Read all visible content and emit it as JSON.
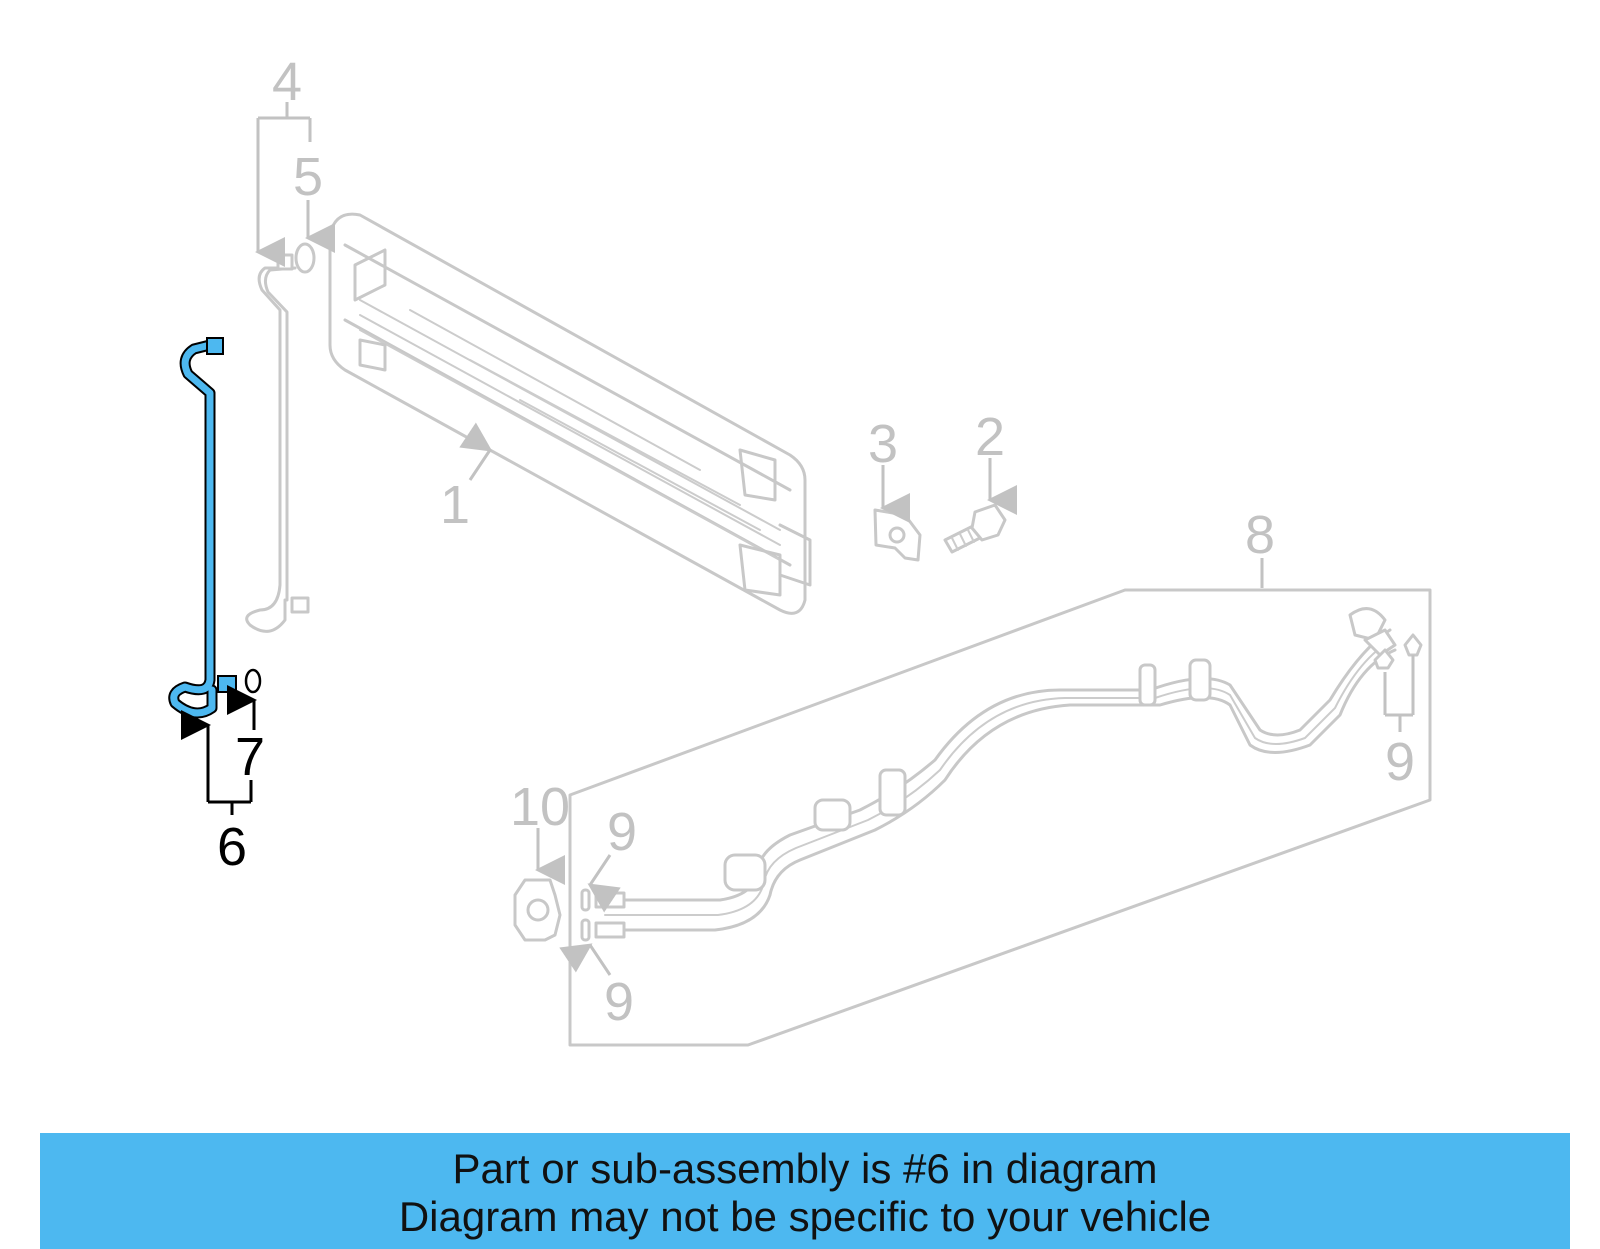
{
  "callouts": {
    "c1": "1",
    "c2": "2",
    "c3": "3",
    "c4": "4",
    "c5": "5",
    "c6": "6",
    "c7": "7",
    "c8": "8",
    "c9a": "9",
    "c9b": "9",
    "c9c": "9",
    "c10": "10"
  },
  "highlighted_part": "6",
  "colors": {
    "highlight": "#4db8f0",
    "banner": "#4db8f0",
    "dimmed_parts": "#c8c8c8"
  },
  "banner": {
    "line1": "Part or sub-assembly is #6 in diagram",
    "line2": "Diagram may not be specific to your vehicle"
  }
}
